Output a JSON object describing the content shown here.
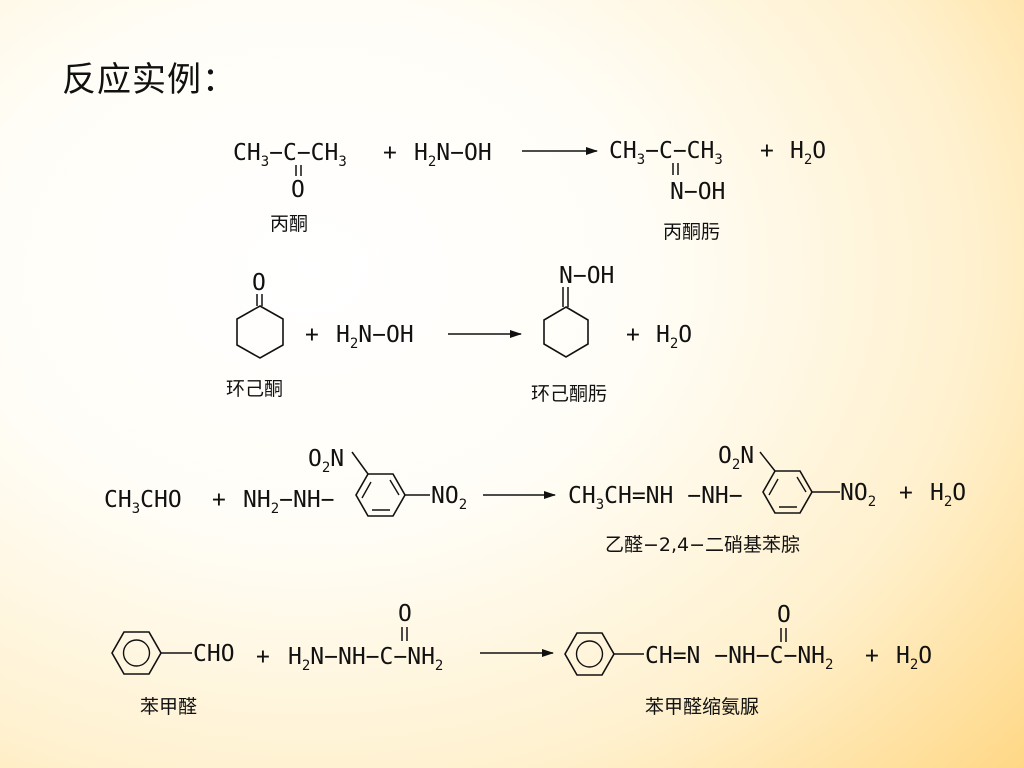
{
  "slide": {
    "title": "反应实例："
  },
  "reactions": [
    {
      "reactant1": "CH3−C−CH3",
      "reactant1_substituent": "O",
      "reactant1_name": "丙酮",
      "reagent": "H2N−OH",
      "product": "CH3−C−CH3",
      "product_substituent": "N−OH",
      "product_name": "丙酮肟",
      "byproduct": "H2O"
    },
    {
      "reactant1_substituent": "O",
      "reactant1_name": "环己酮",
      "reagent": "H2N−OH",
      "product_substituent": "N−OH",
      "product_name": "环己酮肟",
      "byproduct": "H2O"
    },
    {
      "reactant1": "CH3CHO",
      "reagent": "NH2−NH−",
      "reagent_ring_group_ortho": "O2N",
      "reagent_ring_group_para": "NO2",
      "product": "CH3CH=NH −NH−",
      "product_ring_group_ortho": "O2N",
      "product_ring_group_para": "NO2",
      "product_name": "乙醛−2,4−二硝基苯腙",
      "byproduct": "H2O"
    },
    {
      "reactant1_group": "CHO",
      "reactant1_name": "苯甲醛",
      "reagent": "H2N−NH−C−NH2",
      "reagent_substituent": "O",
      "product": "CH=N −NH−C−NH2",
      "product_substituent": "O",
      "product_name": "苯甲醛缩氨脲",
      "byproduct": "H2O"
    }
  ],
  "operators": {
    "plus": "+"
  }
}
